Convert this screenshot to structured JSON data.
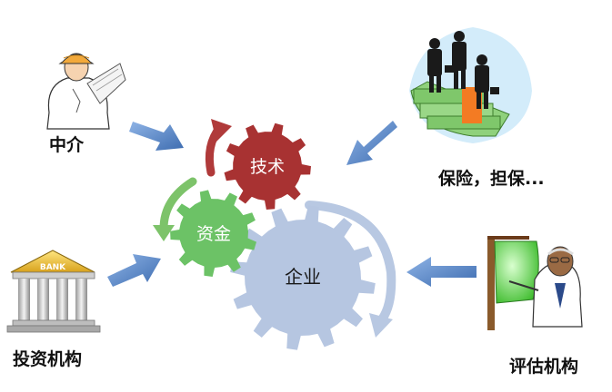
{
  "nodes": {
    "agent": "中介",
    "insurance": "保险，担保...",
    "investment": "投资机构",
    "evaluation": "评估机构"
  },
  "gears": {
    "tech": "技术",
    "capital": "资金",
    "enterprise": "企业"
  },
  "bank_sign": "BANK",
  "colors": {
    "gear_tech": "#a83232",
    "gear_capital": "#6cc266",
    "gear_enterprise": "#b6c6e1",
    "arrow_blue": "#4f7fbe",
    "arrow_red": "#b03a3a",
    "arrow_green": "#7dc36a",
    "arrow_light_blue": "#b8c8e2"
  }
}
